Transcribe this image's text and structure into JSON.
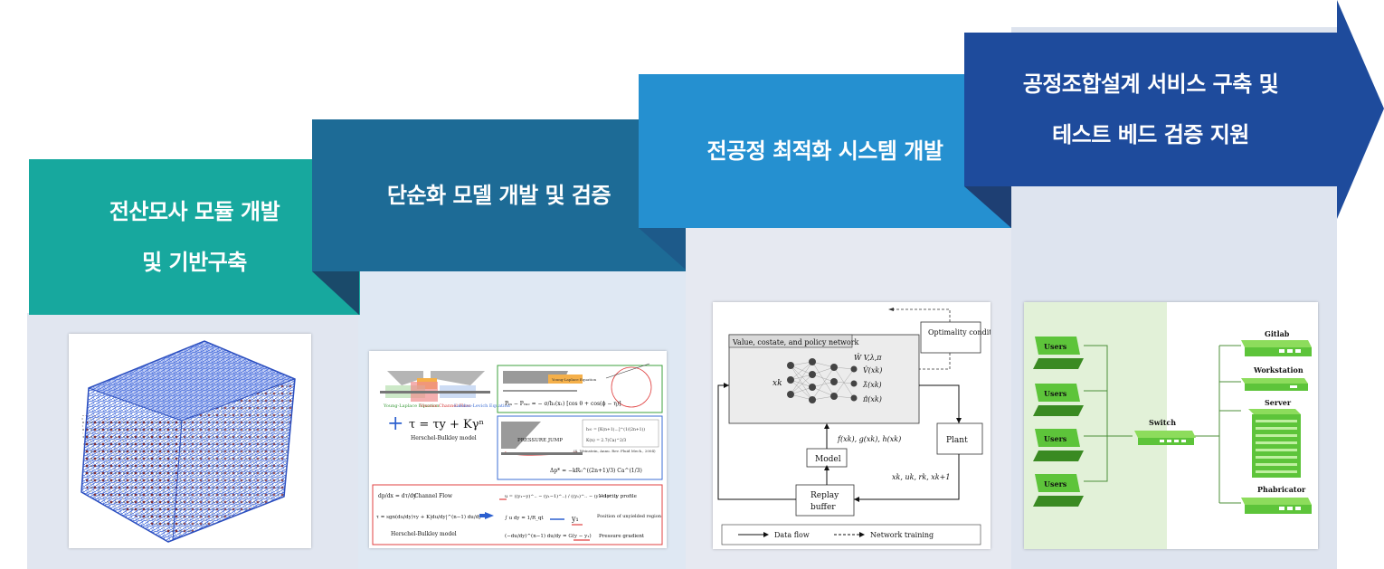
{
  "steps": [
    {
      "line1": "전산모사 모듈 개발",
      "line2": "및 기반구축",
      "color": "#17a89e"
    },
    {
      "line1": "단순화 모델 개발 및 검증",
      "color": "#1d6b96"
    },
    {
      "line1": "전공정 최적화 시스템 개발",
      "color": "#2590d0"
    },
    {
      "line1": "공정조합설계 서비스 구축 및",
      "line2": "테스트 베드 검증 지원",
      "color": "#1e4b9c"
    }
  ],
  "model_panel": {
    "labels": [
      "Young-Laplace Equation",
      "Viscous Channel Flow",
      "Landau-Levich Equation"
    ],
    "eq_main": "τ = τy + Kγⁿ",
    "eq_main_caption": "Herschel-Bulkley model",
    "young_laplace_tag": "Young-Laplace Equation",
    "pressure_jump": "PRESSURE JUMP",
    "citation": "(S. Weinstein, Annu. Rev. Fluid Mech., 2004)",
    "channel_flow": "Channel Flow",
    "velocity_profile": "Velocity profile",
    "unyielded": "Position of unyielded region",
    "pressure_gradient": "Pressure gradient",
    "hb_model": "Herschel-Bulkley model"
  },
  "rl_panel": {
    "network_title": "Value, costate, and policy network",
    "optimality": "Optimality conditions",
    "xk": "xk",
    "w_label": "Ŵ V,λ,π",
    "v_out": "V̂(xk)",
    "l_out": "λ̂(xk)",
    "p_out": "π̂(xk)",
    "fgh": "f(xk), g(xk), h(xk)",
    "plant": "Plant",
    "model": "Model",
    "replay_l1": "Replay",
    "replay_l2": "buffer",
    "tuple": "xk, uk, rk, xk+1",
    "legend_data": "Data flow",
    "legend_train": "Network training"
  },
  "net_panel": {
    "users": [
      "Users",
      "Users",
      "Users",
      "Users"
    ],
    "switch": "Switch",
    "gitlab": "Gitlab",
    "workstation": "Workstation",
    "server": "Server",
    "phabricator": "Phabricator"
  }
}
